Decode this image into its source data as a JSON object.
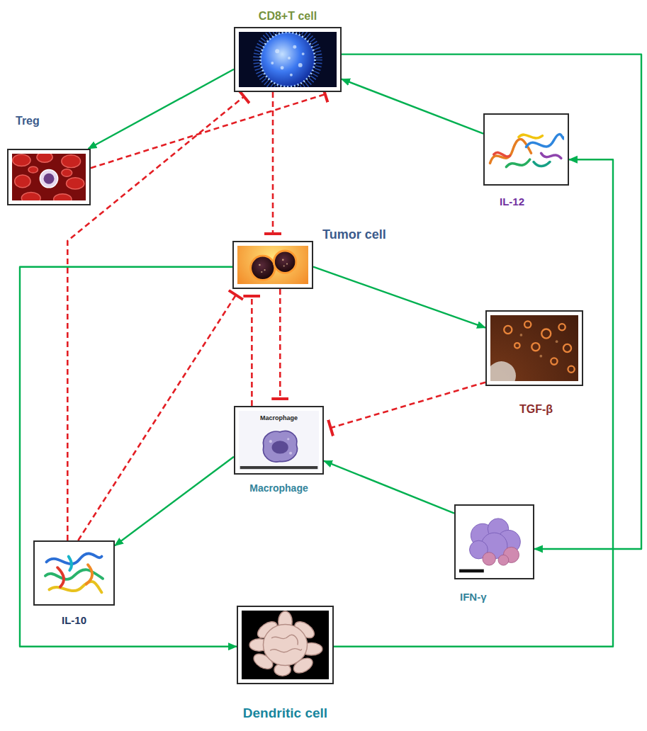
{
  "diagram": {
    "nodes": [
      {
        "text": [
          "CD8+T cell"
        ]
      },
      {
        "text": [
          "Treg"
        ]
      },
      {
        "text": [
          "IL-12"
        ]
      },
      {
        "text": [
          "Tumor cell"
        ]
      },
      {
        "text": [
          "TGF-β"
        ]
      },
      {
        "text": [
          "Macrophage",
          "Macrophage"
        ]
      },
      {
        "text": [
          "IL-10"
        ]
      },
      {
        "text": [
          "IFN-γ"
        ]
      },
      {
        "text": [
          "Dendritic cell"
        ]
      }
    ],
    "edges": [
      {
        "from": 0,
        "to": 1,
        "arrow": "to"
      },
      {
        "from": 1,
        "to": 0,
        "arrow": "to"
      },
      {
        "from": 2,
        "to": 0,
        "arrow": "to"
      },
      {
        "from": 0,
        "to": 7,
        "arrow": "to"
      },
      {
        "from": 0,
        "to": 3,
        "arrow": "to"
      },
      {
        "from": 6,
        "to": 0,
        "arrow": "to"
      },
      {
        "from": 3,
        "to": 4,
        "arrow": "to"
      },
      {
        "from": 4,
        "to": 5,
        "arrow": "to"
      },
      {
        "from": 5,
        "to": 3,
        "arrow": "to"
      },
      {
        "from": 3,
        "to": 5,
        "arrow": "to"
      },
      {
        "from": 6,
        "to": 3,
        "arrow": "to"
      },
      {
        "from": 5,
        "to": 6,
        "arrow": "to"
      },
      {
        "from": 7,
        "to": 5,
        "arrow": "to"
      },
      {
        "from": 3,
        "to": 8,
        "arrow": "to"
      },
      {
        "from": 8,
        "to": 2,
        "arrow": "to"
      }
    ]
  }
}
